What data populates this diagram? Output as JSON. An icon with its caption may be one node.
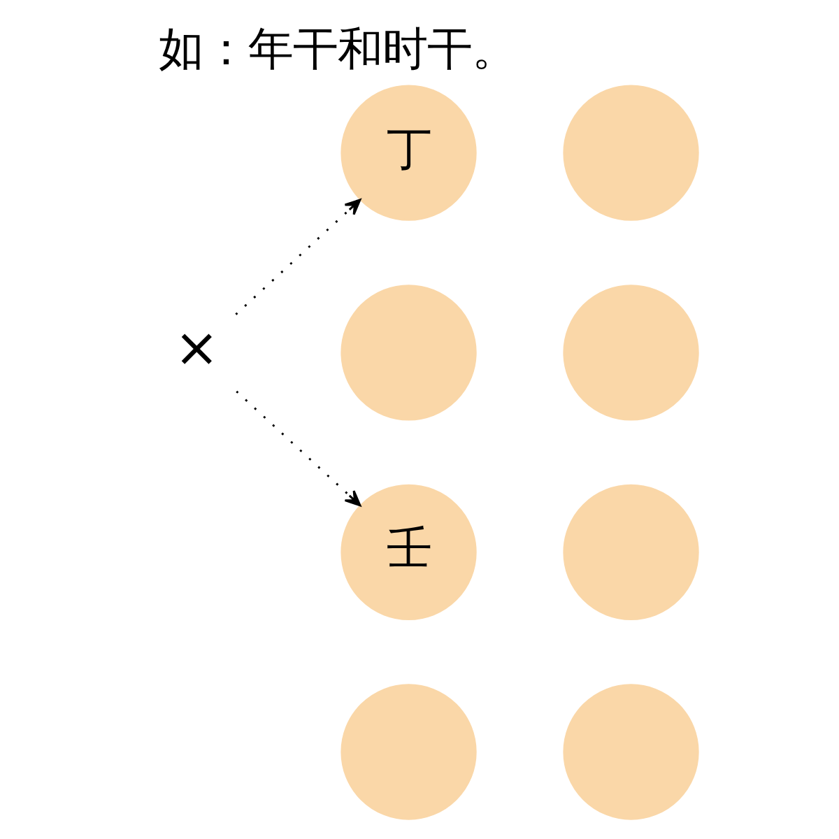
{
  "diagram": {
    "title": "如：年干和时干。",
    "nodes": [
      {
        "text": [
          "丁"
        ]
      },
      {
        "text": [],
        "shape": "circle"
      },
      {
        "text": [
          "×"
        ]
      },
      {
        "text": [],
        "shape": "circle"
      },
      {
        "text": [],
        "shape": "circle"
      },
      {
        "text": [
          "壬"
        ]
      },
      {
        "text": [],
        "shape": "circle"
      },
      {
        "text": [],
        "shape": "circle"
      },
      {
        "text": [],
        "shape": "circle"
      }
    ],
    "edges": [
      {
        "from": 2,
        "to": 0,
        "arrow": "to",
        "style": "dashed"
      },
      {
        "from": 2,
        "to": 5,
        "arrow": "to",
        "style": "dashed"
      }
    ]
  }
}
